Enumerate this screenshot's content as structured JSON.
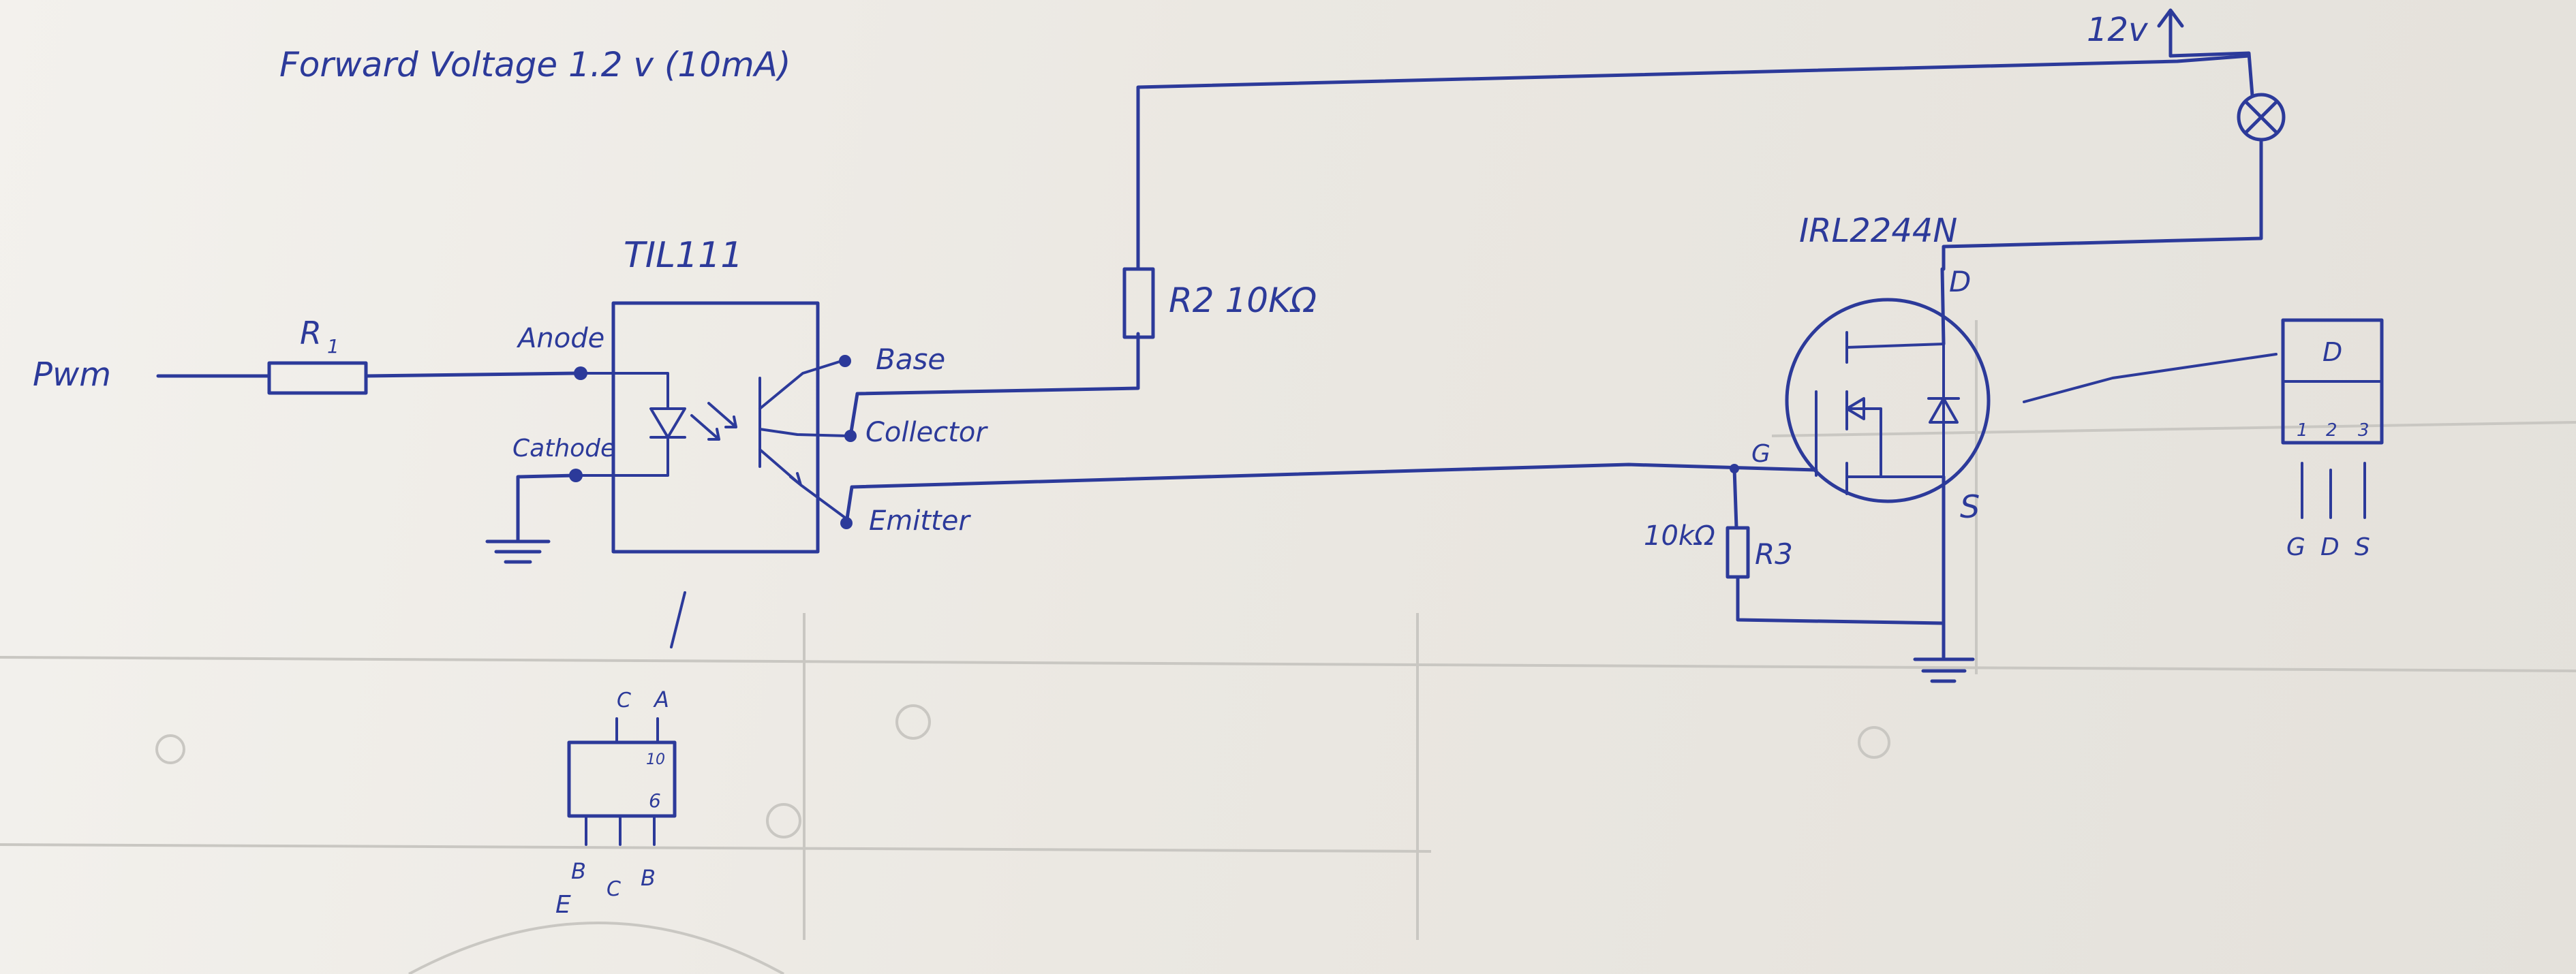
{
  "note": "Forward Voltage 1.2 v (10mA)",
  "input_label": "Pwm",
  "r1_label": "R",
  "r1_subscript": "1",
  "opto": {
    "part": "TIL111",
    "anode": "Anode",
    "cathode": "Cathode",
    "base": "Base",
    "collector": "Collector",
    "emitter": "Emitter"
  },
  "r2_label": "R2 10KΩ",
  "supply_label": "12v",
  "mosfet": {
    "part": "IRL2244N",
    "gate": "G",
    "drain": "D",
    "source": "S"
  },
  "r3_value": "10kΩ",
  "r3_label": "R3",
  "opto_pinout": {
    "top_c": "C",
    "top_a": "A",
    "pin_10": "10",
    "pin_6": "6",
    "bottom_b1": "B",
    "bottom_c": "C",
    "bottom_b2": "B",
    "bottom_e": "E"
  },
  "to220": {
    "tab": "D",
    "pin1": "1",
    "pin2": "2",
    "pin3": "3",
    "g": "G",
    "d": "D",
    "s": "S"
  }
}
